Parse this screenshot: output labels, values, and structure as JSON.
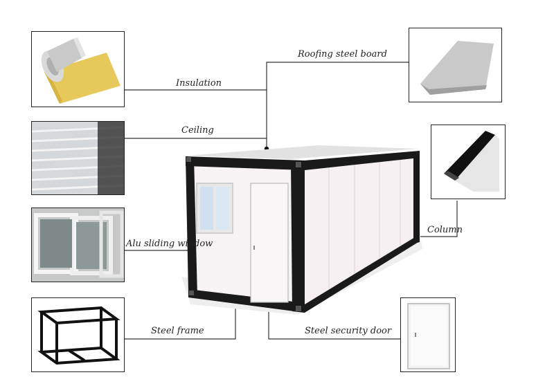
{
  "callouts": {
    "insulation": "Insulation",
    "roofing_steel_board": "Roofing steel board",
    "ceiling": "Ceiling",
    "column": "Column",
    "alu_sliding_window": "Alu sliding window",
    "steel_frame": "Steel frame",
    "steel_security_door": "Steel security door"
  },
  "colors": {
    "frame": "#1a1a1a",
    "panel_wall": "#f4f1f3",
    "insulation": "#e6c95a",
    "foil": "#c9c9c9",
    "line": "#333333"
  }
}
